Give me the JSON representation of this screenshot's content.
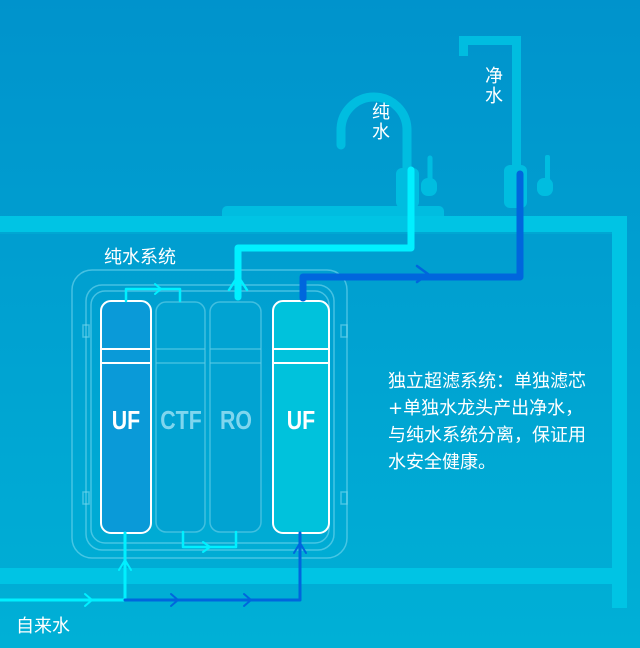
{
  "labels": {
    "pure_water_faucet": "纯水",
    "purified_water_faucet": "净水",
    "pure_water_system": "纯水系统",
    "tap_water": "自来水"
  },
  "cartridges": [
    {
      "name": "UF",
      "style": "active"
    },
    {
      "name": "CTF",
      "style": "faded"
    },
    {
      "name": "RO",
      "style": "faded"
    },
    {
      "name": "UF",
      "style": "active-light"
    }
  ],
  "description": "独立超滤系统：单独滤芯+单独水龙头产出净水，与纯水系统分离，保证用水安全健康。",
  "colors": {
    "background": "#0096cf",
    "cabinet": "#00c4e4",
    "pure_water_line": "#00f0ff",
    "purified_water_line": "#0066dd",
    "cartridge_uf": "#0a9ad8",
    "cartridge_uf2": "#00c2dc"
  }
}
